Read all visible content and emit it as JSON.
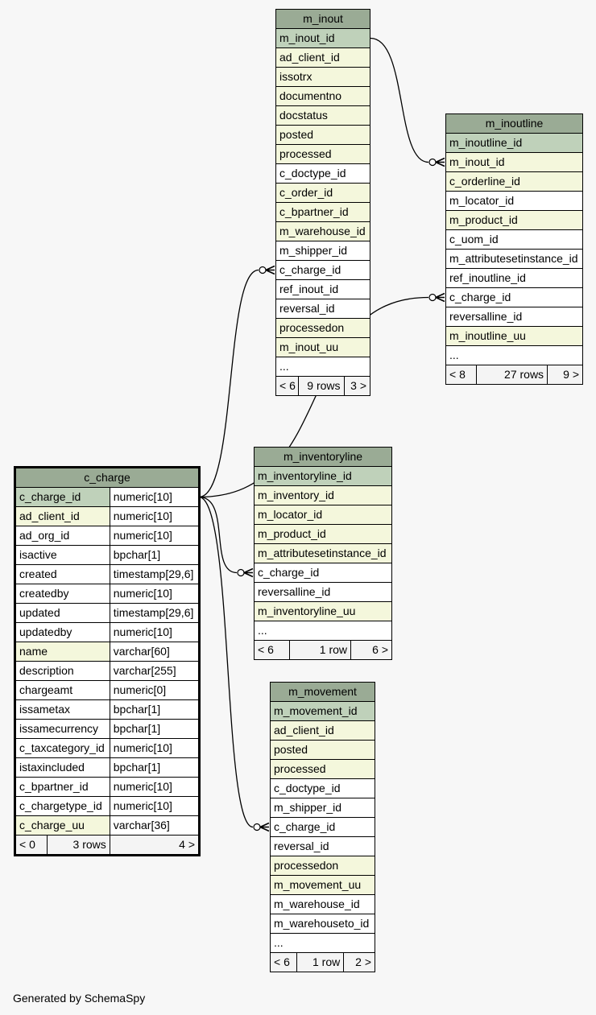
{
  "footer": "Generated by SchemaSpy",
  "tables": {
    "m_inout": {
      "name": "m_inout",
      "columns": [
        {
          "name": "m_inout_id",
          "kind": "pk"
        },
        {
          "name": "ad_client_id",
          "kind": "fk"
        },
        {
          "name": "issotrx",
          "kind": "fk"
        },
        {
          "name": "documentno",
          "kind": "fk"
        },
        {
          "name": "docstatus",
          "kind": "fk"
        },
        {
          "name": "posted",
          "kind": "fk"
        },
        {
          "name": "processed",
          "kind": "fk"
        },
        {
          "name": "c_doctype_id",
          "kind": "plain"
        },
        {
          "name": "c_order_id",
          "kind": "fk"
        },
        {
          "name": "c_bpartner_id",
          "kind": "fk"
        },
        {
          "name": "m_warehouse_id",
          "kind": "fk"
        },
        {
          "name": "m_shipper_id",
          "kind": "plain"
        },
        {
          "name": "c_charge_id",
          "kind": "plain"
        },
        {
          "name": "ref_inout_id",
          "kind": "plain"
        },
        {
          "name": "reversal_id",
          "kind": "plain"
        },
        {
          "name": "processedon",
          "kind": "fk"
        },
        {
          "name": "m_inout_uu",
          "kind": "fk"
        }
      ],
      "more": "...",
      "footer": {
        "parents": "< 6",
        "rows": "9 rows",
        "children": "3 >"
      }
    },
    "m_inoutline": {
      "name": "m_inoutline",
      "columns": [
        {
          "name": "m_inoutline_id",
          "kind": "pk"
        },
        {
          "name": "m_inout_id",
          "kind": "fk"
        },
        {
          "name": "c_orderline_id",
          "kind": "fk"
        },
        {
          "name": "m_locator_id",
          "kind": "plain"
        },
        {
          "name": "m_product_id",
          "kind": "fk"
        },
        {
          "name": "c_uom_id",
          "kind": "plain"
        },
        {
          "name": "m_attributesetinstance_id",
          "kind": "plain"
        },
        {
          "name": "ref_inoutline_id",
          "kind": "plain"
        },
        {
          "name": "c_charge_id",
          "kind": "plain"
        },
        {
          "name": "reversalline_id",
          "kind": "plain"
        },
        {
          "name": "m_inoutline_uu",
          "kind": "fk"
        }
      ],
      "more": "...",
      "footer": {
        "parents": "< 8",
        "rows": "27 rows",
        "children": "9 >"
      }
    },
    "c_charge": {
      "name": "c_charge",
      "columns": [
        {
          "name": "c_charge_id",
          "type": "numeric[10]",
          "kind": "pk"
        },
        {
          "name": "ad_client_id",
          "type": "numeric[10]",
          "kind": "fk"
        },
        {
          "name": "ad_org_id",
          "type": "numeric[10]",
          "kind": "plain"
        },
        {
          "name": "isactive",
          "type": "bpchar[1]",
          "kind": "plain"
        },
        {
          "name": "created",
          "type": "timestamp[29,6]",
          "kind": "plain"
        },
        {
          "name": "createdby",
          "type": "numeric[10]",
          "kind": "plain"
        },
        {
          "name": "updated",
          "type": "timestamp[29,6]",
          "kind": "plain"
        },
        {
          "name": "updatedby",
          "type": "numeric[10]",
          "kind": "plain"
        },
        {
          "name": "name",
          "type": "varchar[60]",
          "kind": "fk"
        },
        {
          "name": "description",
          "type": "varchar[255]",
          "kind": "plain"
        },
        {
          "name": "chargeamt",
          "type": "numeric[0]",
          "kind": "plain"
        },
        {
          "name": "issametax",
          "type": "bpchar[1]",
          "kind": "plain"
        },
        {
          "name": "issamecurrency",
          "type": "bpchar[1]",
          "kind": "plain"
        },
        {
          "name": "c_taxcategory_id",
          "type": "numeric[10]",
          "kind": "plain"
        },
        {
          "name": "istaxincluded",
          "type": "bpchar[1]",
          "kind": "plain"
        },
        {
          "name": "c_bpartner_id",
          "type": "numeric[10]",
          "kind": "plain"
        },
        {
          "name": "c_chargetype_id",
          "type": "numeric[10]",
          "kind": "plain"
        },
        {
          "name": "c_charge_uu",
          "type": "varchar[36]",
          "kind": "fk"
        }
      ],
      "footer": {
        "parents": "< 0",
        "rows": "3 rows",
        "children": "4 >"
      }
    },
    "m_inventoryline": {
      "name": "m_inventoryline",
      "columns": [
        {
          "name": "m_inventoryline_id",
          "kind": "pk"
        },
        {
          "name": "m_inventory_id",
          "kind": "fk"
        },
        {
          "name": "m_locator_id",
          "kind": "fk"
        },
        {
          "name": "m_product_id",
          "kind": "fk"
        },
        {
          "name": "m_attributesetinstance_id",
          "kind": "fk"
        },
        {
          "name": "c_charge_id",
          "kind": "plain"
        },
        {
          "name": "reversalline_id",
          "kind": "plain"
        },
        {
          "name": "m_inventoryline_uu",
          "kind": "fk"
        }
      ],
      "more": "...",
      "footer": {
        "parents": "< 6",
        "rows": "1 row",
        "children": "6 >"
      }
    },
    "m_movement": {
      "name": "m_movement",
      "columns": [
        {
          "name": "m_movement_id",
          "kind": "pk"
        },
        {
          "name": "ad_client_id",
          "kind": "fk"
        },
        {
          "name": "posted",
          "kind": "fk"
        },
        {
          "name": "processed",
          "kind": "fk"
        },
        {
          "name": "c_doctype_id",
          "kind": "plain"
        },
        {
          "name": "m_shipper_id",
          "kind": "plain"
        },
        {
          "name": "c_charge_id",
          "kind": "plain"
        },
        {
          "name": "reversal_id",
          "kind": "plain"
        },
        {
          "name": "processedon",
          "kind": "fk"
        },
        {
          "name": "m_movement_uu",
          "kind": "fk"
        },
        {
          "name": "m_warehouse_id",
          "kind": "plain"
        },
        {
          "name": "m_warehouseto_id",
          "kind": "plain"
        }
      ],
      "more": "...",
      "footer": {
        "parents": "< 6",
        "rows": "1 row",
        "children": "2 >"
      }
    }
  },
  "relationships": [
    {
      "from": "m_inout.m_inout_id",
      "to": "m_inoutline.m_inout_id"
    },
    {
      "from": "c_charge.c_charge_id",
      "to": "m_inout.c_charge_id"
    },
    {
      "from": "c_charge.c_charge_id",
      "to": "m_inoutline.c_charge_id"
    },
    {
      "from": "c_charge.c_charge_id",
      "to": "m_inventoryline.c_charge_id"
    },
    {
      "from": "c_charge.c_charge_id",
      "to": "m_movement.c_charge_id"
    }
  ]
}
